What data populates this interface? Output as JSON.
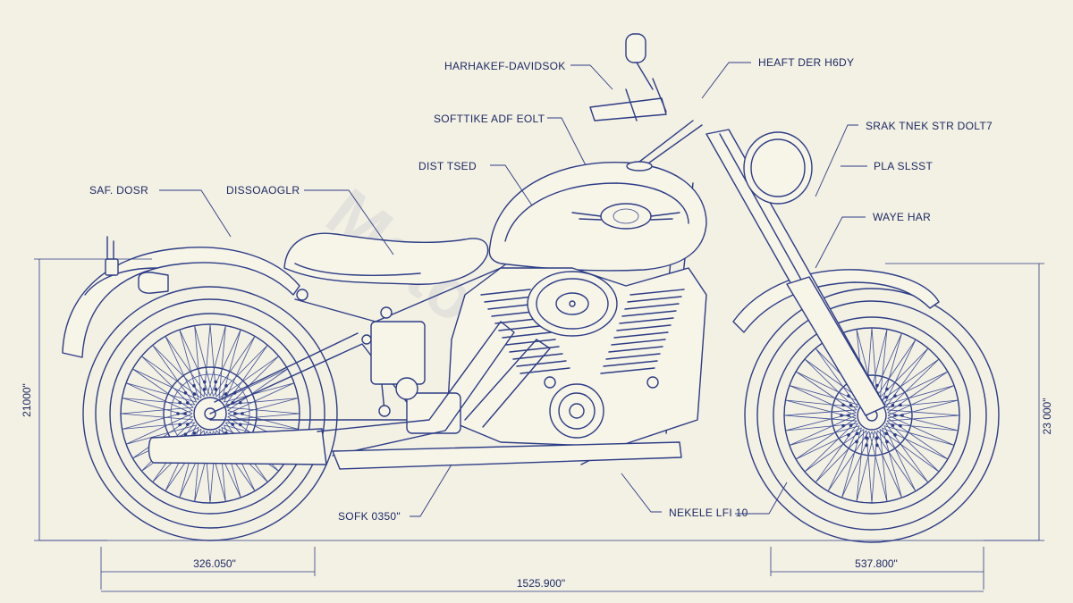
{
  "labels": {
    "brand": "HARHAKEF-DAVIDSOK",
    "head_body": "HEAFT DER H6DY",
    "softtike": "SOFTTIKE ADF EOLT",
    "srak": "SRAK TNEK STR DOLT7",
    "dist": "DIST TSED",
    "pla": "PLA SLSST",
    "saf": "SAF. DOSR",
    "dissoa": "DISSOAOGLR",
    "waye": "WAYE HAR",
    "sofk": "SOFK 0350\"",
    "nekele": "NEKELE LFI 10"
  },
  "dimensions": {
    "left_height": "21000\"",
    "right_height": "23 000\"",
    "rear_wheel": "326.050\"",
    "front_wheel": "537.800\"",
    "overall": "1525.900\""
  },
  "watermark": "Motorcycle"
}
